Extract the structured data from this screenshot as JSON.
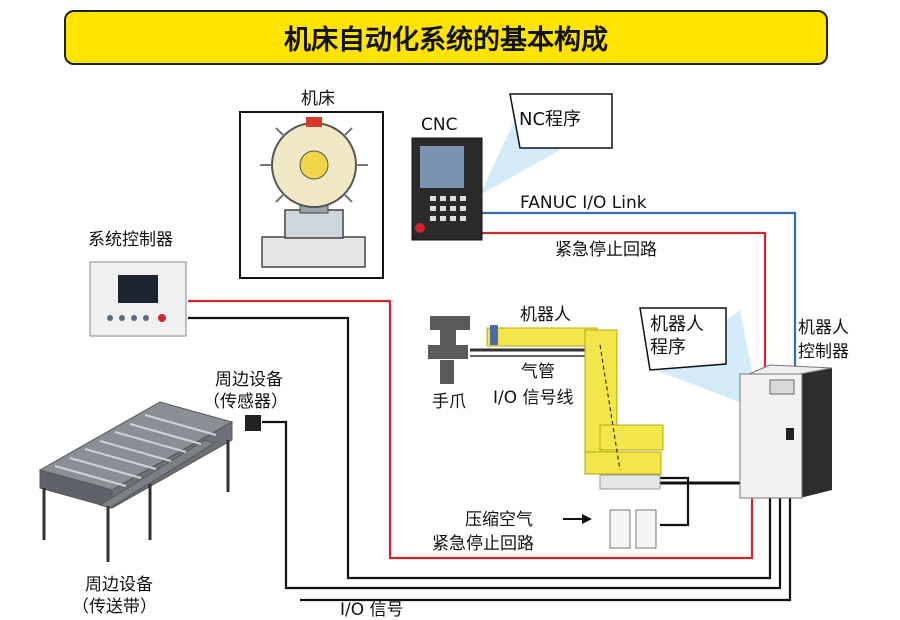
{
  "title": "机床自动化系统的基本构成",
  "labels": {
    "machine_tool": "机床",
    "cnc": "CNC",
    "nc_program": "NC程序",
    "fanuc_io_link": "FANUC I/O Link",
    "emergency_stop_top": "紧急停止回路",
    "system_controller": "系统控制器",
    "robot": "机器人",
    "robot_program_line1": "机器人",
    "robot_program_line2": "程序",
    "robot_controller_line1": "机器人",
    "robot_controller_line2": "控制器",
    "air_hose": "气管",
    "io_signal": "I/O 信号线",
    "hand": "手爪",
    "peripheral_sensor_line1": "周边设备",
    "peripheral_sensor_line2": "（传感器）",
    "compressed_air": "压缩空气",
    "emergency_stop_bottom": "紧急停止回路",
    "peripheral_conveyor_line1": "周边设备",
    "peripheral_conveyor_line2": "（传送带）",
    "bottom_cut": "I/O 信号"
  },
  "colors": {
    "title_bg": "#ffe400",
    "io_link": "#2f6db5",
    "emergency": "#d0262d",
    "signal": "#111111",
    "robot_body": "#f3e64a",
    "callout": "#cfeaf6"
  }
}
